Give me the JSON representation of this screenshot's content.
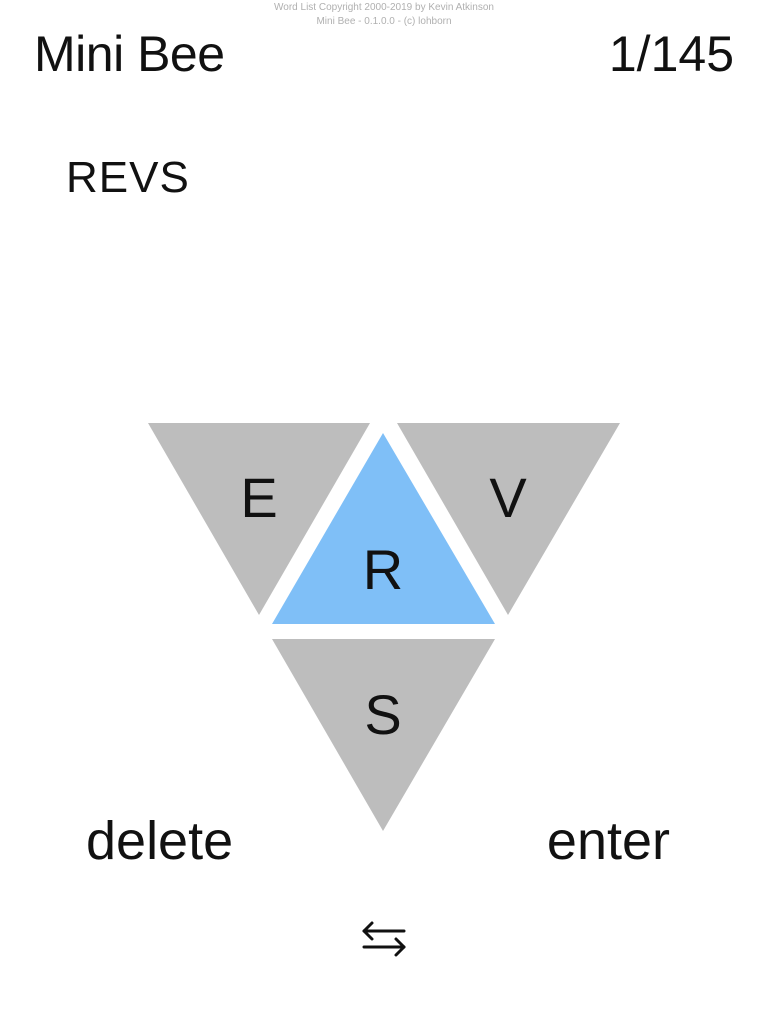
{
  "credits": {
    "line1": "Word List Copyright 2000-2019 by Kevin Atkinson",
    "line2": "Mini Bee - 0.1.0.0 - (c) lohborn"
  },
  "header": {
    "title": "Mini Bee",
    "progress": "1/145"
  },
  "current_word": "REVS",
  "tiles": {
    "top_left": "E",
    "top_right": "V",
    "center": "R",
    "bottom": "S"
  },
  "colors": {
    "tile": "#bdbdbd",
    "center_tile": "#7fbff7"
  },
  "actions": {
    "delete_label": "delete",
    "enter_label": "enter",
    "shuffle_icon": "shuffle-icon"
  }
}
